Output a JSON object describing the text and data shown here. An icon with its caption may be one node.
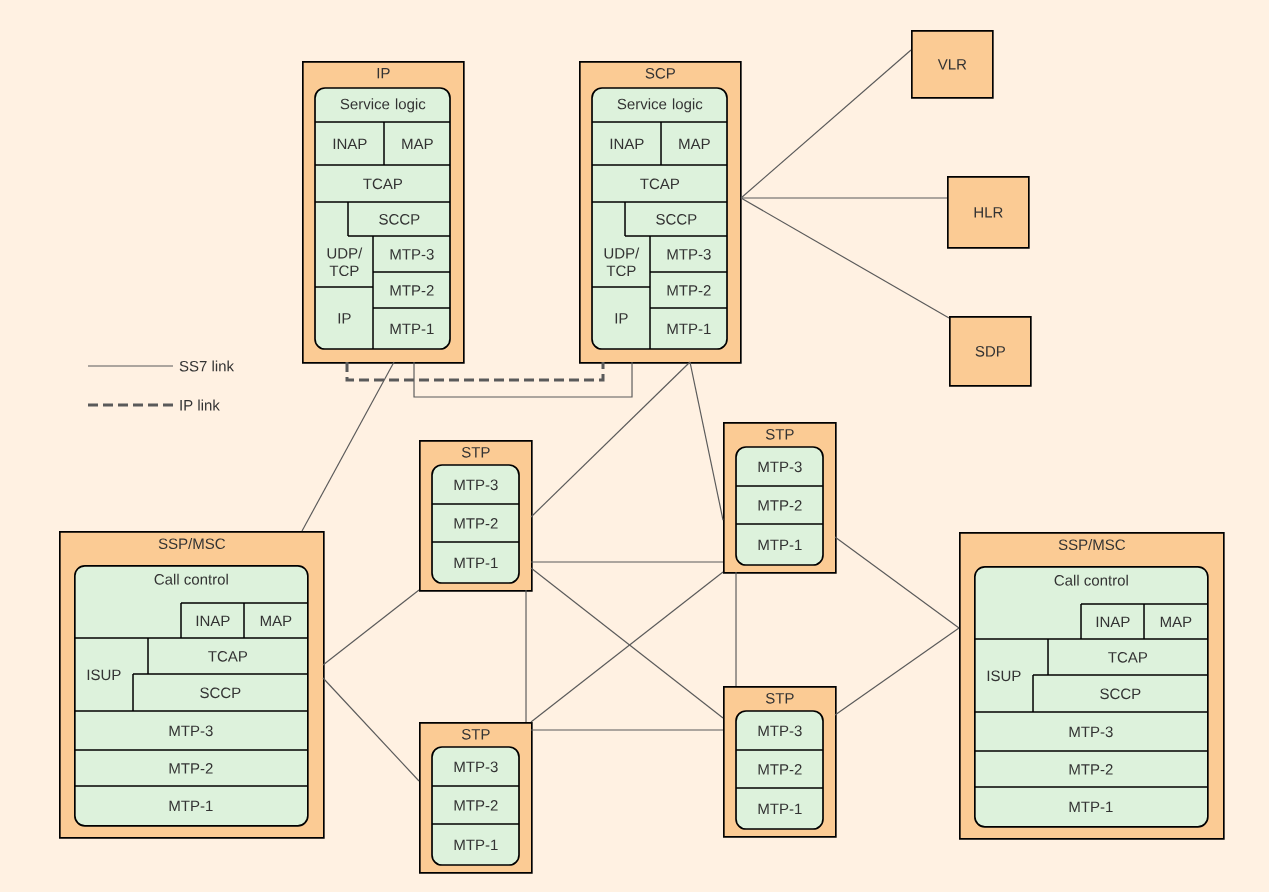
{
  "diagram": {
    "nodes": [
      {
        "text": [
          "IP"
        ]
      },
      {
        "text": [
          "Service logic"
        ],
        "in": 0
      },
      {
        "text": [
          "INAP"
        ],
        "in": 0
      },
      {
        "text": [
          "MAP"
        ],
        "in": 0
      },
      {
        "text": [
          "TCAP"
        ],
        "in": 0
      },
      {
        "text": [
          "SCCP"
        ],
        "in": 0
      },
      {
        "text": [
          "UDP/ TCP"
        ],
        "in": 0
      },
      {
        "text": [
          "MTP-3"
        ],
        "in": 0
      },
      {
        "text": [
          "MTP-2"
        ],
        "in": 0
      },
      {
        "text": [
          "IP"
        ],
        "in": 0
      },
      {
        "text": [
          "MTP-1"
        ],
        "in": 0
      },
      {
        "text": [
          "SCP"
        ]
      },
      {
        "text": [
          "Service logic"
        ],
        "in": 11
      },
      {
        "text": [
          "INAP"
        ],
        "in": 11
      },
      {
        "text": [
          "MAP"
        ],
        "in": 11
      },
      {
        "text": [
          "TCAP"
        ],
        "in": 11
      },
      {
        "text": [
          "SCCP"
        ],
        "in": 11
      },
      {
        "text": [
          "UDP/ TCP"
        ],
        "in": 11
      },
      {
        "text": [
          "MTP-3"
        ],
        "in": 11
      },
      {
        "text": [
          "MTP-2"
        ],
        "in": 11
      },
      {
        "text": [
          "IP"
        ],
        "in": 11
      },
      {
        "text": [
          "MTP-1"
        ],
        "in": 11
      },
      {
        "text": [
          "VLR"
        ]
      },
      {
        "text": [
          "HLR"
        ]
      },
      {
        "text": [
          "SDP"
        ]
      },
      {
        "text": [
          "SSP/MSC"
        ]
      },
      {
        "text": [
          "Call control"
        ],
        "in": 25
      },
      {
        "text": [
          "INAP"
        ],
        "in": 26
      },
      {
        "text": [
          "MAP"
        ],
        "in": 26
      },
      {
        "text": [
          "ISUP"
        ],
        "in": 26
      },
      {
        "text": [
          "TCAP"
        ],
        "in": 26
      },
      {
        "text": [
          "SCCP"
        ],
        "in": 26
      },
      {
        "text": [
          "MTP-3"
        ],
        "in": 26
      },
      {
        "text": [
          "MTP-2"
        ],
        "in": 26
      },
      {
        "text": [
          "MTP-1"
        ],
        "in": 26
      },
      {
        "text": [
          "STP"
        ]
      },
      {
        "text": [
          "MTP-3"
        ],
        "in": 35
      },
      {
        "text": [
          "MTP-2"
        ],
        "in": 35
      },
      {
        "text": [
          "MTP-1"
        ],
        "in": 35
      },
      {
        "text": [
          "STP"
        ]
      },
      {
        "text": [
          "MTP-3"
        ],
        "in": 39
      },
      {
        "text": [
          "MTP-2"
        ],
        "in": 39
      },
      {
        "text": [
          "MTP-1"
        ],
        "in": 39
      },
      {
        "text": [
          "STP"
        ]
      },
      {
        "text": [
          "MTP-3"
        ],
        "in": 43
      },
      {
        "text": [
          "MTP-2"
        ],
        "in": 43
      },
      {
        "text": [
          "MTP-1"
        ],
        "in": 43
      },
      {
        "text": [
          "STP"
        ]
      },
      {
        "text": [
          "MTP-3"
        ],
        "in": 47
      },
      {
        "text": [
          "MTP-2"
        ],
        "in": 47
      },
      {
        "text": [
          "MTP-1"
        ],
        "in": 47
      },
      {
        "text": [
          "SSP/MSC"
        ]
      },
      {
        "text": [
          "Call control"
        ],
        "in": 51
      },
      {
        "text": [
          "INAP"
        ],
        "in": 52
      },
      {
        "text": [
          "MAP"
        ],
        "in": 52
      },
      {
        "text": [
          "ISUP"
        ],
        "in": 52
      },
      {
        "text": [
          "TCAP"
        ],
        "in": 52
      },
      {
        "text": [
          "SCCP"
        ],
        "in": 52
      },
      {
        "text": [
          "MTP-3"
        ],
        "in": 52
      },
      {
        "text": [
          "MTP-2"
        ],
        "in": 52
      },
      {
        "text": [
          "MTP-1"
        ],
        "in": 52
      }
    ],
    "edges": [
      {
        "from": 0,
        "to": 25,
        "arrow": "none"
      },
      {
        "from": 0,
        "to": 11,
        "arrow": "none",
        "style": "dashed"
      },
      {
        "from": 0,
        "to": 11,
        "arrow": "none"
      },
      {
        "from": 11,
        "to": 22,
        "arrow": "none"
      },
      {
        "from": 11,
        "to": 23,
        "arrow": "none"
      },
      {
        "from": 11,
        "to": 24,
        "arrow": "none"
      },
      {
        "from": 11,
        "to": 35,
        "arrow": "none"
      },
      {
        "from": 11,
        "to": 39,
        "arrow": "none"
      },
      {
        "from": 25,
        "to": 35,
        "arrow": "none"
      },
      {
        "from": 25,
        "to": 43,
        "arrow": "none"
      },
      {
        "from": 35,
        "to": 39,
        "arrow": "none"
      },
      {
        "from": 35,
        "to": 47,
        "arrow": "none"
      },
      {
        "from": 35,
        "to": 43,
        "arrow": "none"
      },
      {
        "from": 43,
        "to": 39,
        "arrow": "none"
      },
      {
        "from": 43,
        "to": 47,
        "arrow": "none"
      },
      {
        "from": 39,
        "to": 47,
        "arrow": "none"
      },
      {
        "from": 39,
        "to": 51,
        "arrow": "none"
      },
      {
        "from": 47,
        "to": 51,
        "arrow": "none"
      }
    ],
    "legend": [
      {
        "text": "SS7 link"
      },
      {
        "text": "IP link"
      }
    ]
  }
}
